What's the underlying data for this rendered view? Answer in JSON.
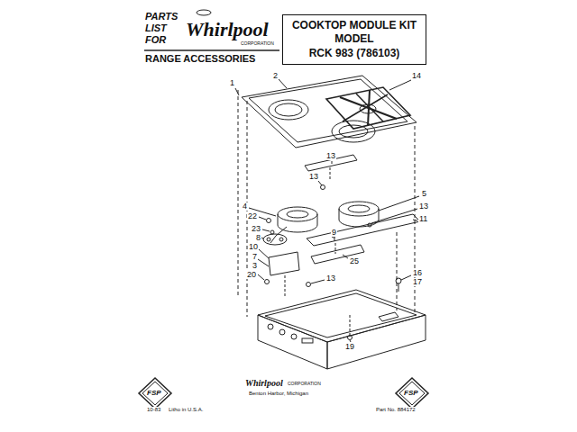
{
  "diagram": {
    "nodes": [
      {
        "text": [
          "COOKTOP MODULE KIT",
          "MODEL",
          "RCK 983 (786103)"
        ]
      }
    ],
    "edges": [],
    "labels": [
      "PARTS",
      "LIST",
      "FOR",
      "Whirlpool",
      "CORPORATION",
      "RANGE ACCESSORIES",
      "1",
      "2",
      "14",
      "13",
      "13",
      "5",
      "4",
      "13",
      "22",
      "11",
      "23",
      "8",
      "9",
      "25",
      "10",
      "13",
      "7",
      "3",
      "20",
      "16",
      "17",
      "19",
      "FSP",
      "Whirlpool",
      "CORPORATION",
      "Benton Harbor, Michigan",
      "FSP",
      "10-83",
      "Litho in U.S.A.",
      "Part No. 884172"
    ]
  }
}
